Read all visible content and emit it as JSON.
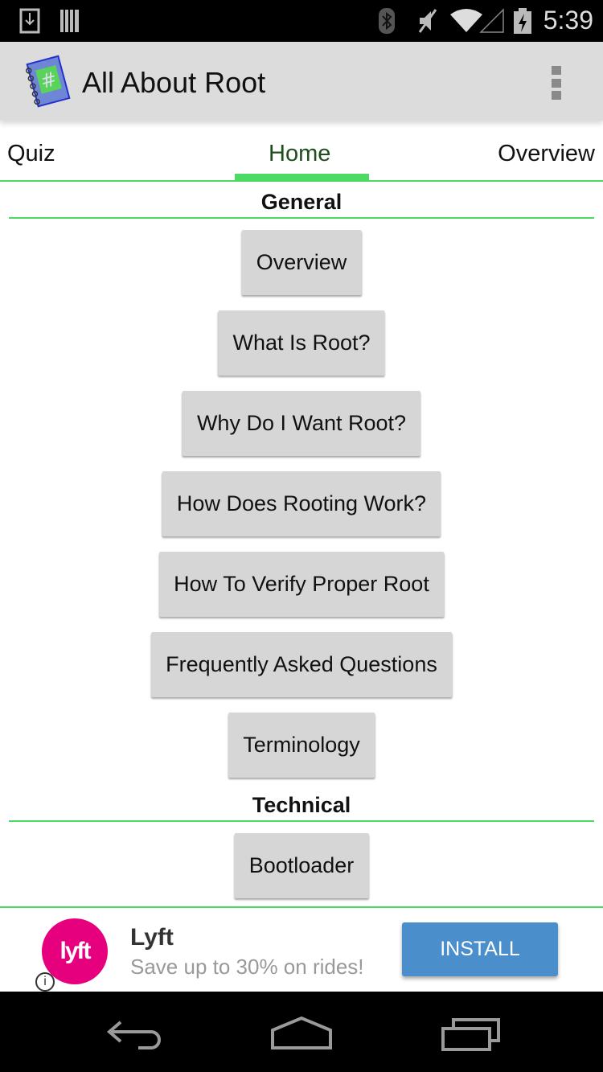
{
  "status_bar": {
    "time": "5:39",
    "icons": [
      "download-icon",
      "barcode-icon",
      "bluetooth-icon",
      "mute-icon",
      "wifi-icon",
      "signal-icon",
      "battery-charging-icon"
    ]
  },
  "app_bar": {
    "title": "All About Root",
    "icon": "notebook-icon",
    "menu_icon": "overflow-menu-icon"
  },
  "tabs": [
    {
      "label": "Quiz"
    },
    {
      "label": "Home",
      "active": true
    },
    {
      "label": "Overview"
    }
  ],
  "sections": [
    {
      "title": "General",
      "buttons": [
        "Overview",
        "What Is Root?",
        "Why Do I Want Root?",
        "How Does Rooting Work?",
        "How To Verify Proper Root",
        "Frequently Asked Questions",
        "Terminology"
      ]
    },
    {
      "title": "Technical",
      "buttons": [
        "Bootloader"
      ]
    }
  ],
  "ad": {
    "logo_text": "lyft",
    "title": "Lyft",
    "subtitle": "Save up to 30% on rides!",
    "button": "INSTALL",
    "info": "i"
  },
  "colors": {
    "accent": "#4cd964",
    "install": "#4a8ecc",
    "lyft": "#e6007e"
  }
}
